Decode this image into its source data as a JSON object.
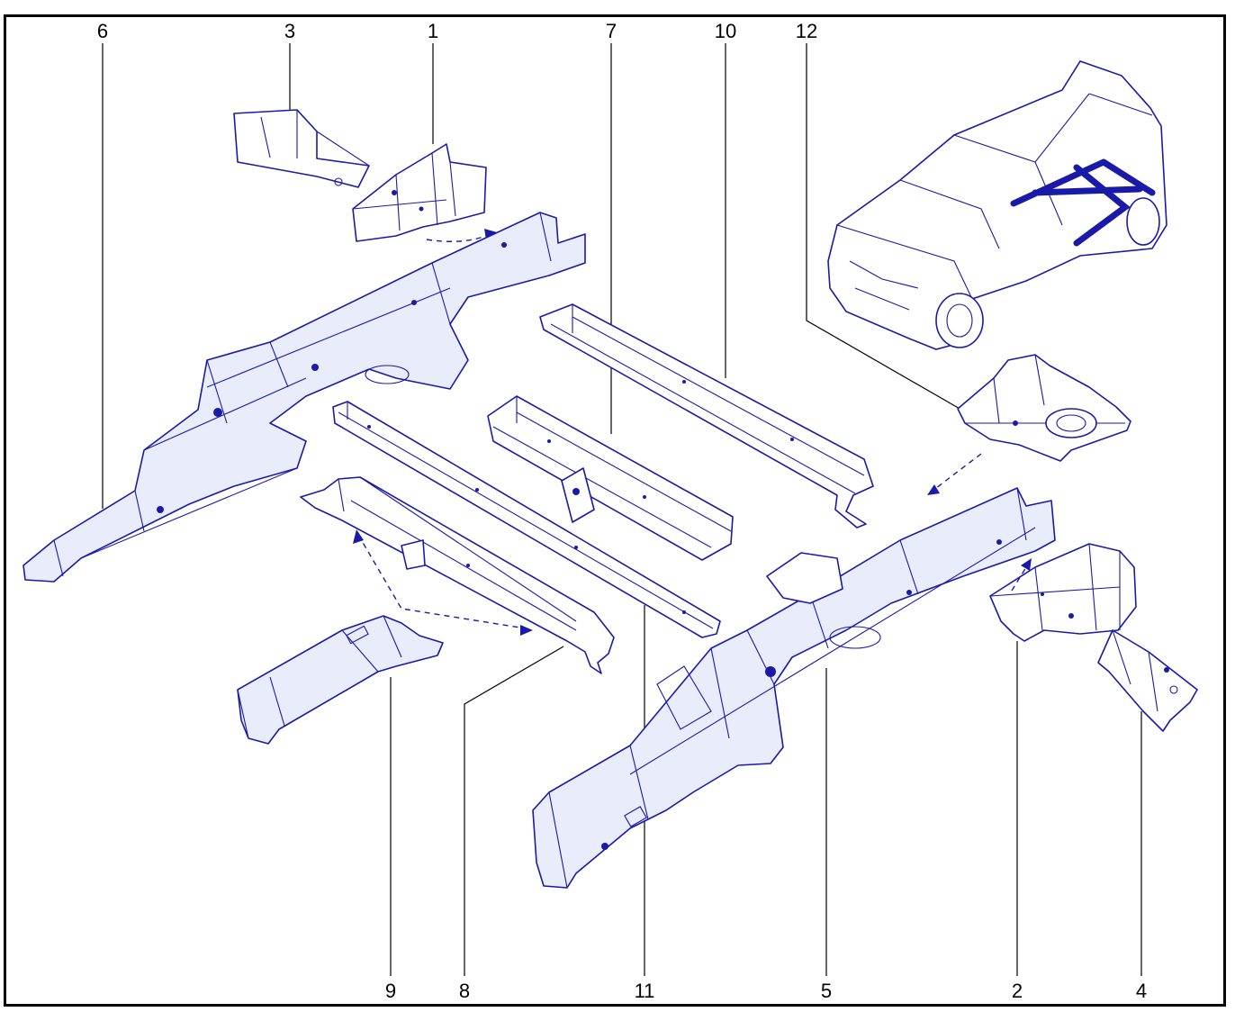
{
  "colors": {
    "line_art": "#1a1aa8",
    "labels": "#000000",
    "frame": "#000000",
    "background": "#ffffff"
  },
  "callouts": {
    "c1": "1",
    "c2": "2",
    "c3": "3",
    "c4": "4",
    "c5": "5",
    "c6": "6",
    "c7": "7",
    "c8": "8",
    "c9": "9",
    "c10": "10",
    "c11": "11",
    "c12": "12"
  }
}
